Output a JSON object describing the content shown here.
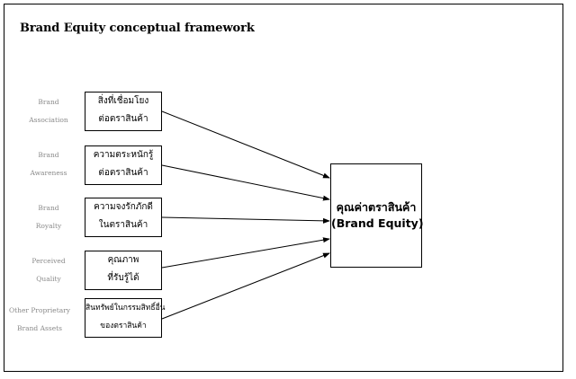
{
  "title": "Brand Equity conceptual framework",
  "factors": [
    {
      "label_lines": [
        "Brand",
        "Association"
      ],
      "box_lines": [
        "สิ่งที่เชื่อมโยง",
        "ต่อตราสินค้า"
      ]
    },
    {
      "label_lines": [
        "Brand",
        "Awareness"
      ],
      "box_lines": [
        "ความตระหนักรู้",
        "ต่อตราสินค้า"
      ]
    },
    {
      "label_lines": [
        "Brand",
        "Royalty"
      ],
      "box_lines": [
        "ความจงรักภักดี",
        "ในตราสินค้า"
      ]
    },
    {
      "label_lines": [
        "Perceived",
        "Quality"
      ],
      "box_lines": [
        "คุณภาพ",
        "ที่รับรู้ได้"
      ]
    },
    {
      "label_lines": [
        "Other Proprietary",
        "Brand Assets"
      ],
      "box_lines": [
        "สินทรัพย์ในกรรมสิทธิ์อื่น",
        "ของตราสินค้า"
      ]
    }
  ],
  "target": {
    "lines": [
      "คุณค่าตราสินค้า",
      "(Brand Equity)"
    ]
  },
  "colors": {
    "line": "#000000",
    "side_label": "#8a8a8a"
  }
}
